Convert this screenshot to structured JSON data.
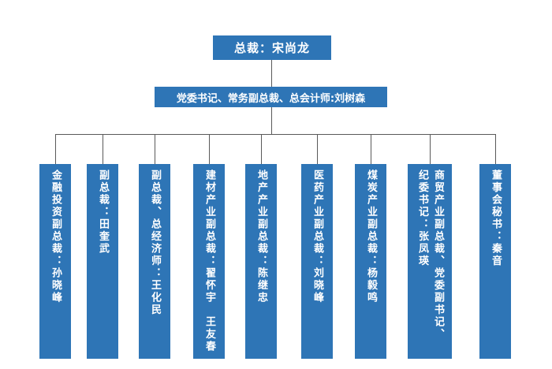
{
  "colors": {
    "box_fill": "#2e75b6",
    "box_text": "#ffffff",
    "connector": "#595959",
    "background": "#ffffff"
  },
  "chart": {
    "root": "总裁：宋尚龙",
    "level2": "党委书记、常务副总裁、总会计师:刘树森",
    "members": [
      {
        "text": "金融投资副总裁：孙晓峰"
      },
      {
        "text": "副总裁：田奎武"
      },
      {
        "text": "副总裁、总经济师：王化民"
      },
      {
        "text": "建材产业副总裁：翟怀宇　王友春"
      },
      {
        "text": "地产产业副总裁：陈继忠"
      },
      {
        "text": "医药产业副总裁：刘晓峰"
      },
      {
        "text": "煤炭产业副总裁：杨毅鸣"
      },
      {
        "text": "商贸产业副总裁、党委副书记、\n纪委书记：张凤瑛"
      },
      {
        "text": "董事会秘书：秦音"
      }
    ]
  }
}
